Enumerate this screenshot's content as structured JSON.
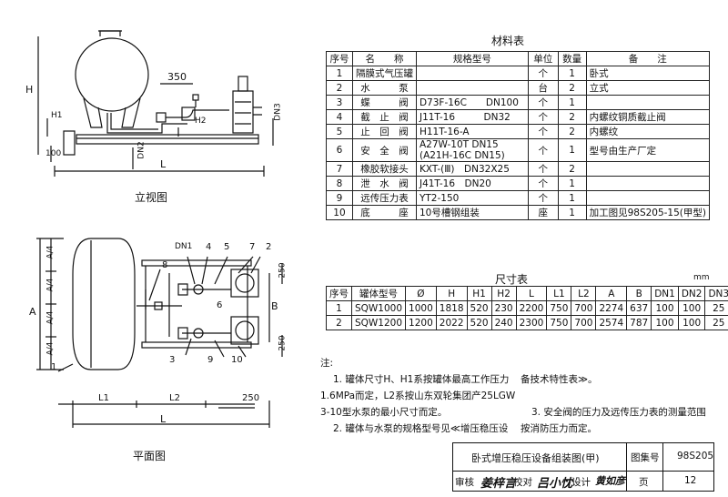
{
  "drawing": {
    "elevation_caption": "立视图",
    "plan_caption": "平面图",
    "elevation_labels": {
      "H": "H",
      "H1": "H1",
      "H2": "H2",
      "D350": "350",
      "DN2": "DN2",
      "DN3": "DN3",
      "D100": "100",
      "L": "L"
    },
    "plan_labels": {
      "DN1": "DN1",
      "n4": "4",
      "n5": "5",
      "n7": "7",
      "n2": "2",
      "n8": "8",
      "n6": "6",
      "n3": "3",
      "n9": "9",
      "n10": "10",
      "n1": "1",
      "A4a": "A/4",
      "A4b": "A/4",
      "A4c": "A/4",
      "A4d": "A/4",
      "A": "A",
      "B": "B",
      "D250a": "250",
      "D250b": "250",
      "L1": "L1",
      "L2": "L2",
      "L": "L"
    }
  },
  "materials": {
    "title": "材料表",
    "headers": [
      "序号",
      "名　　称",
      "规格型号",
      "单位",
      "数量",
      "备　　注"
    ],
    "rows": [
      [
        "1",
        "隔膜式气压罐",
        "",
        "个",
        "1",
        "卧式"
      ],
      [
        "2",
        "水　　　泵",
        "",
        "台",
        "2",
        "立式"
      ],
      [
        "3",
        "蝶　　　阀",
        "D73F-16C　　DN100",
        "个",
        "1",
        ""
      ],
      [
        "4",
        "截　止　阀",
        "J11T-16　　　DN32",
        "个",
        "2",
        "内螺纹铜质截止阀"
      ],
      [
        "5",
        "止　回　阀",
        "H11T-16-A",
        "个",
        "2",
        "内螺纹"
      ],
      [
        "6",
        "安　全　阀",
        "A27W-10T DN15\n(A21H-16C DN15)",
        "个",
        "1",
        "型号由生产厂定"
      ],
      [
        "7",
        "橡胶软接头",
        "KXT-(Ⅲ)　DN32X25",
        "个",
        "2",
        ""
      ],
      [
        "8",
        "泄　水　阀",
        "J41T-16　DN20",
        "个",
        "1",
        ""
      ],
      [
        "9",
        "远传压力表",
        "YT2-150",
        "个",
        "1",
        ""
      ],
      [
        "10",
        "底　　　座",
        "10号槽钢组装",
        "座",
        "1",
        "加工图见98S205-15(甲型)"
      ]
    ]
  },
  "dimensions": {
    "title": "尺寸表",
    "unit": "mm",
    "headers": [
      "序号",
      "罐体型号",
      "Ø",
      "H",
      "H1",
      "H2",
      "L",
      "L1",
      "L2",
      "A",
      "B",
      "DN1",
      "DN2",
      "DN3"
    ],
    "rows": [
      [
        "1",
        "SQW1000",
        "1000",
        "1818",
        "520",
        "230",
        "2200",
        "750",
        "700",
        "2274",
        "637",
        "100",
        "100",
        "25"
      ],
      [
        "2",
        "SQW1200",
        "1200",
        "2022",
        "520",
        "240",
        "2300",
        "750",
        "700",
        "2574",
        "787",
        "100",
        "100",
        "25"
      ]
    ]
  },
  "notes": {
    "heading": "注:",
    "lines": [
      "1. 罐体尺寸H、H1系按罐体最高工作压力",
      "1.6MPa而定，L2系按山东双轮集团产25LGW",
      "3-10型水泵的最小尺寸而定。",
      "2. 罐体与水泵的规格型号见≪增压稳压设",
      "备技术特性表≫。",
      "3. 安全阀的压力及远传压力表的测量范围",
      "按消防压力而定。"
    ]
  },
  "title_block": {
    "drawing_title": "卧式增压稳压设备组装图(甲)",
    "atlas_label": "图集号",
    "atlas_no": "98S205",
    "review_label": "审核",
    "review_sig": "姜梓言",
    "check_label": "校对",
    "check_sig": "吕小忱",
    "design_label": "设计",
    "design_sig": "黄如彦",
    "page_label": "页",
    "page_no": "12"
  }
}
